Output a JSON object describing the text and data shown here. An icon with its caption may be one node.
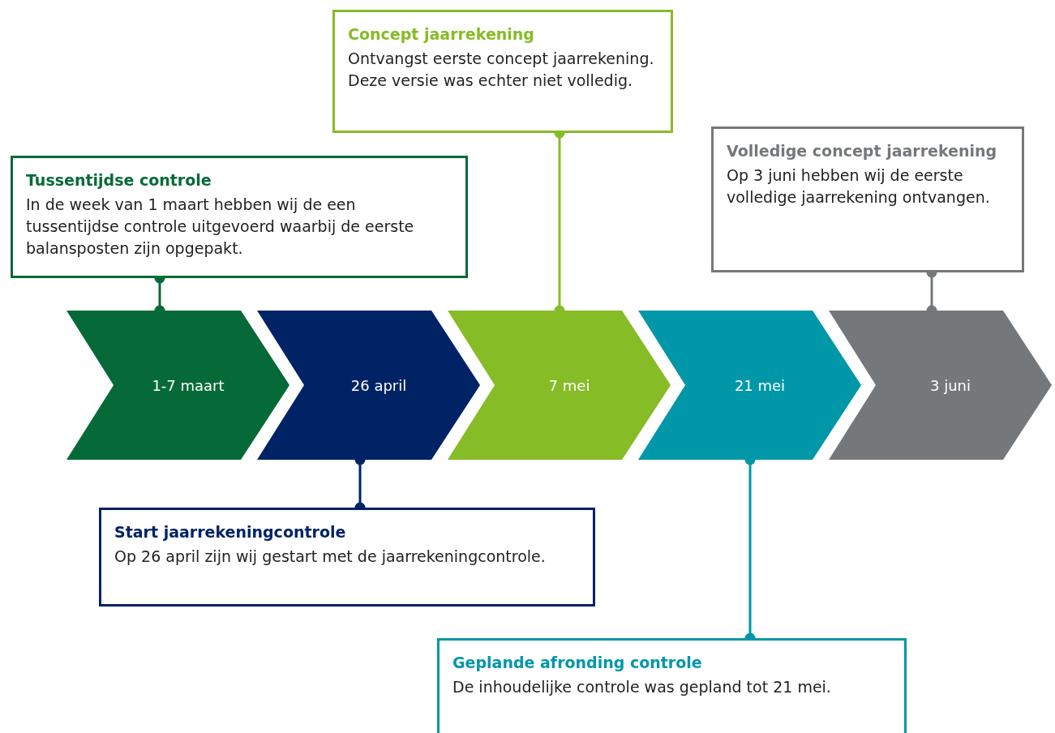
{
  "diagram": {
    "nodes": [
      {
        "text": [
          "Concept jaarrekening",
          "Ontvangst eerste concept jaarrekening. Deze versie was echter niet volledig."
        ]
      },
      {
        "text": [
          "Tussentijdse controle",
          "In de week van 1 maart hebben wij de een tussentijdse controle uitgevoerd waarbij de eerste balansposten zijn opgepakt."
        ]
      },
      {
        "text": [
          "Volledige concept jaarrekening",
          "Op 3 juni hebben wij de eerste volledige jaarrekening ontvangen."
        ]
      },
      {
        "text": [
          "1-7 maart"
        ]
      },
      {
        "text": [
          "26 april"
        ]
      },
      {
        "text": [
          "7 mei"
        ]
      },
      {
        "text": [
          "21 mei"
        ]
      },
      {
        "text": [
          "3 juni"
        ]
      },
      {
        "text": [
          "Start jaarrekeningcontrole",
          "Op 26 april zijn wij gestart met de jaarrekeningcontrole."
        ]
      },
      {
        "text": [
          "Geplande afronding controle",
          "De inhoudelijke controle was gepland tot 21 mei."
        ]
      }
    ],
    "edges": [
      {
        "from": 1,
        "to": 3,
        "arrow": "other",
        "color": "#066a38"
      },
      {
        "from": 0,
        "to": 5,
        "arrow": "other",
        "color": "#86bc25"
      },
      {
        "from": 2,
        "to": 7,
        "arrow": "other",
        "color": "#75787b"
      },
      {
        "from": 8,
        "to": 4,
        "arrow": "other",
        "color": "#002366"
      },
      {
        "from": 9,
        "to": 6,
        "arrow": "other",
        "color": "#0097a9"
      }
    ]
  }
}
